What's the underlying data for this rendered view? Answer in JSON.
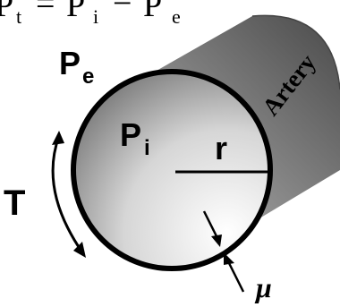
{
  "equation": {
    "lhs": "P",
    "lhs_sub": "t",
    "equals": "=",
    "term1": "P",
    "term1_sub": "i",
    "minus": "−",
    "term2": "P",
    "term2_sub": "e"
  },
  "labels": {
    "external_pressure": "P",
    "external_pressure_sub": "e",
    "internal_pressure": "P",
    "internal_pressure_sub": "i",
    "radius": "r",
    "tension": "T",
    "vessel_name": "Artery",
    "wall_thickness": "μ"
  },
  "colors": {
    "outline": "#000000",
    "cylinder_dark": "#6a6a6a",
    "cylinder_light": "#f2f2f2"
  }
}
